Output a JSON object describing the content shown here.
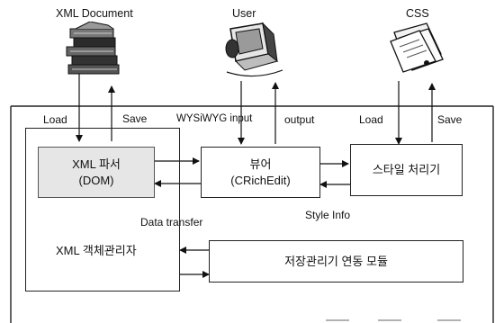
{
  "sources": {
    "xml_document": "XML Document",
    "user": "User",
    "css": "CSS"
  },
  "icons": {
    "xml_document": "book-stack-icon",
    "user": "computer-terminal-icon",
    "css": "paper-sheets-icon"
  },
  "edge_labels": {
    "load_left": "Load",
    "save_left": "Save",
    "wysiwyg_input": "WYSiWYG input",
    "output": "output",
    "load_right": "Load",
    "save_right": "Save",
    "data_transfer": "Data transfer",
    "style_info": "Style Info"
  },
  "boxes": {
    "xml_parser": {
      "line1": "XML 파서",
      "line2": "(DOM)"
    },
    "viewer": {
      "line1": "뷰어",
      "line2": "(CRichEdit)"
    },
    "style_processor": {
      "line1": "스타일 처리기"
    },
    "object_manager": {
      "line1": "XML 객체관리자"
    },
    "storage_module": {
      "line1": "저장관리기 연동 모듈"
    }
  }
}
